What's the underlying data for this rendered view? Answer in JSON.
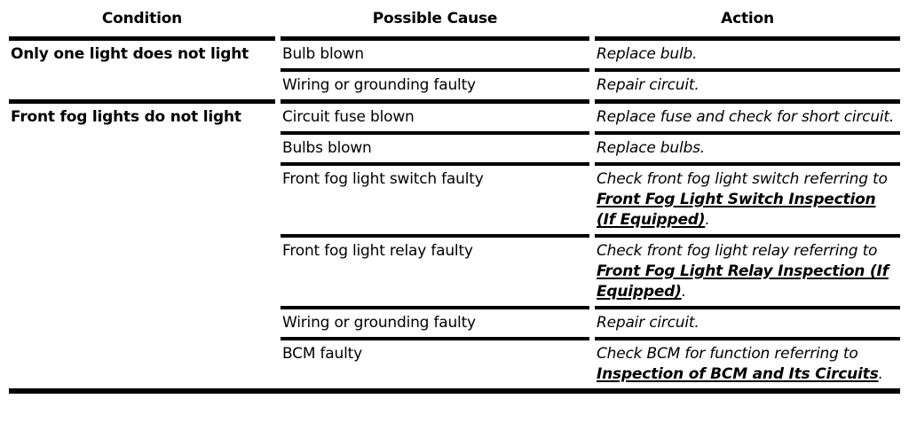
{
  "colors": {
    "text": "#000000",
    "background": "#ffffff",
    "rule": "#000000",
    "link": "#000000"
  },
  "table": {
    "headers": {
      "condition": "Condition",
      "possible_cause": "Possible Cause",
      "action": "Action"
    },
    "groups": [
      {
        "condition": "Only one light does not light",
        "rows": [
          {
            "cause": "Bulb blown",
            "action_prefix": "Replace bulb."
          },
          {
            "cause": "Wiring or grounding faulty",
            "action_prefix": "Repair circuit."
          }
        ]
      },
      {
        "condition": "Front fog lights do not light",
        "rows": [
          {
            "cause": "Circuit fuse blown",
            "action_prefix": "Replace fuse and check for short circuit."
          },
          {
            "cause": "Bulbs blown",
            "action_prefix": "Replace bulbs."
          },
          {
            "cause": "Front fog light switch faulty",
            "action_prefix": "Check front fog light switch referring to ",
            "action_link": "Front Fog Light Switch Inspection (If Equipped)",
            "action_suffix": "."
          },
          {
            "cause": "Front fog light relay faulty",
            "action_prefix": "Check front fog light relay referring to ",
            "action_link": "Front Fog Light Relay Inspection (If Equipped)",
            "action_suffix": "."
          },
          {
            "cause": "Wiring or grounding faulty",
            "action_prefix": "Repair circuit."
          },
          {
            "cause": "BCM faulty",
            "action_prefix": "Check BCM for function referring to ",
            "action_link": "Inspection of BCM and Its Circuits",
            "action_suffix": "."
          }
        ]
      }
    ]
  }
}
